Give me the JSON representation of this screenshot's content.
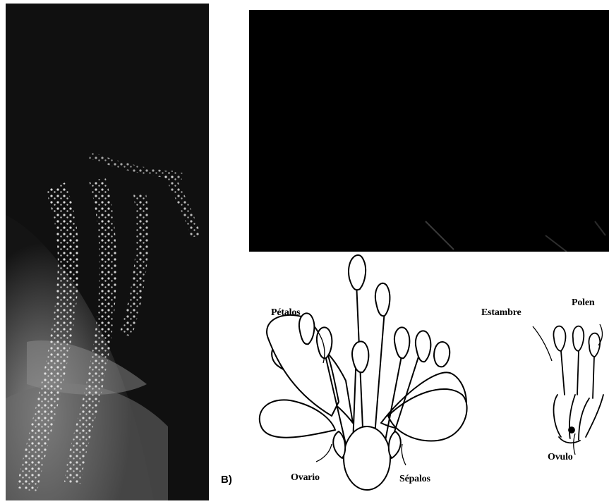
{
  "figure": {
    "panel_b_letter": "B)",
    "labels": {
      "petalos": "Pétalos",
      "ovario": "Ovario",
      "sepalos": "Sépalos",
      "estambre": "Estambre",
      "polen": "Polen",
      "ovulo": "Ovulo"
    }
  }
}
